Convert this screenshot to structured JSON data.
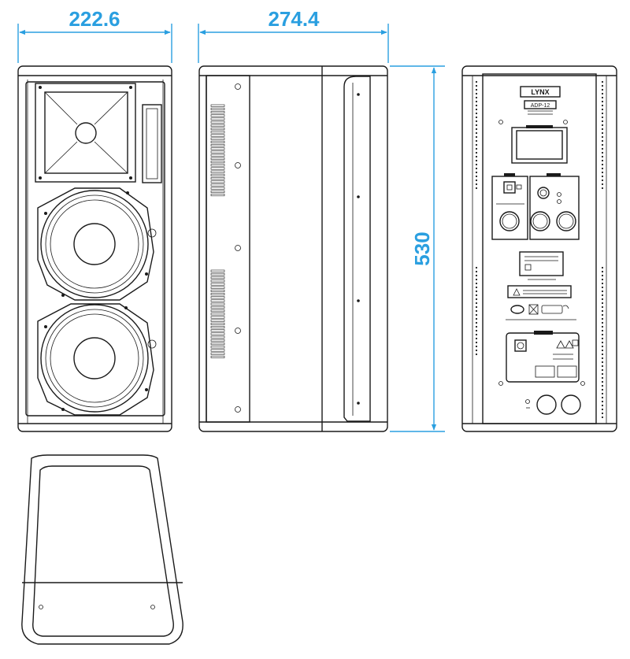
{
  "dimensions": {
    "width": "222.6",
    "depth": "274.4",
    "height": "530"
  },
  "rear_panel": {
    "brand_logo": "LYNX",
    "model_plate": "ADP-12"
  },
  "colors": {
    "dimension": "#2a9fe0",
    "outline": "#1a1a1a"
  }
}
